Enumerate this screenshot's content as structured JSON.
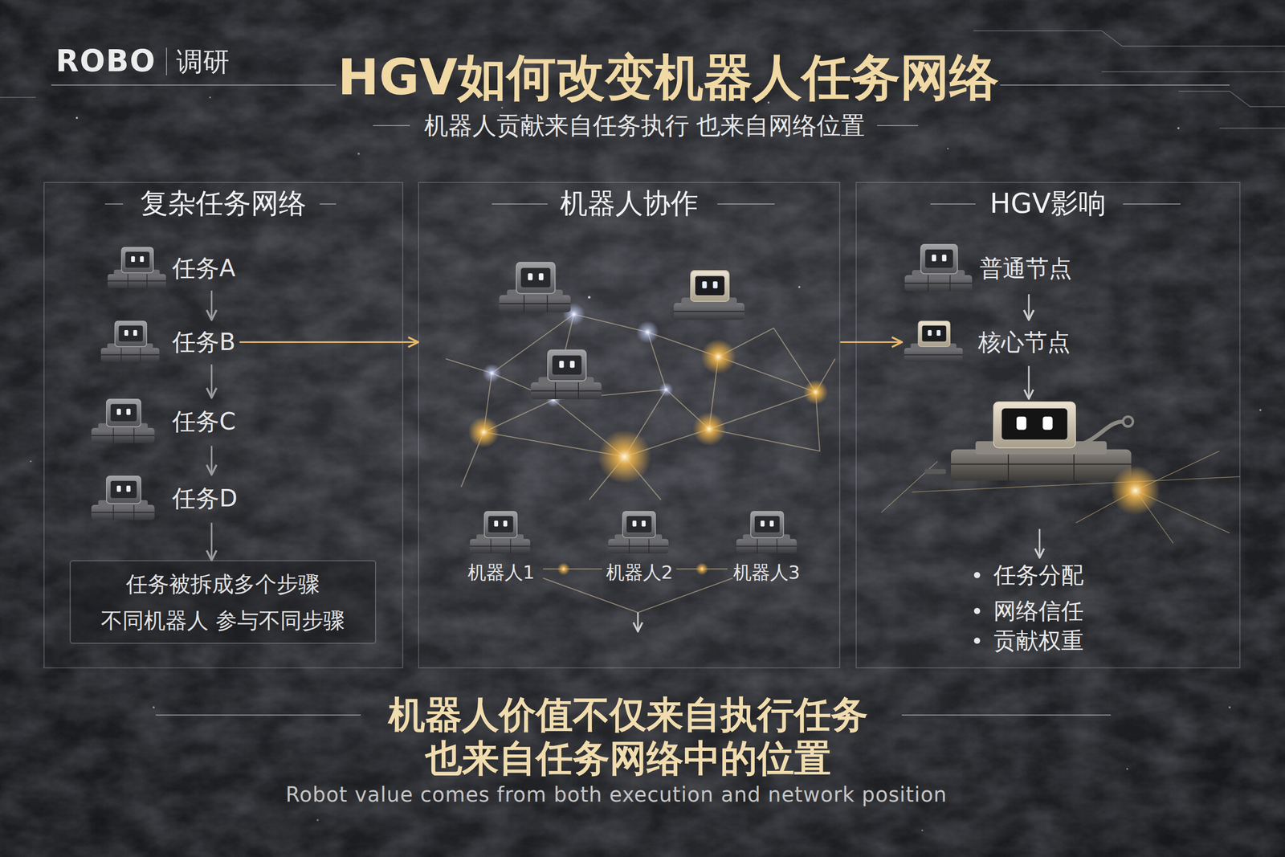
{
  "diagram": {
    "title": "HGV如何改变机器人任务网络",
    "caption": "机器人价值不仅来自执行任务 也来自任务网络中的位置",
    "nodes": [
      {
        "text": [
          "复杂任务网络"
        ]
      },
      {
        "text": [
          "任务A"
        ],
        "in": 0
      },
      {
        "text": [
          "任务B"
        ],
        "in": 0
      },
      {
        "text": [
          "任务C"
        ],
        "in": 0
      },
      {
        "text": [
          "任务D"
        ],
        "in": 0
      },
      {
        "text": [
          "任务被拆成多个步骤",
          "不同机器人 参与不同步骤"
        ],
        "in": 0
      },
      {
        "text": [
          "机器人协作"
        ]
      },
      {
        "text": [
          "HGV影响"
        ]
      },
      {
        "text": [
          "普通节点"
        ],
        "in": 7
      },
      {
        "text": [
          "核心节点"
        ],
        "in": 7
      }
    ],
    "edges": [
      {
        "from": 1,
        "to": 2,
        "arrow": "to"
      },
      {
        "from": 2,
        "to": 3,
        "arrow": "to"
      },
      {
        "from": 3,
        "to": 4,
        "arrow": "to"
      },
      {
        "from": 4,
        "to": 5,
        "arrow": "to"
      },
      {
        "from": 2,
        "to": 6,
        "arrow": "to"
      },
      {
        "from": 6,
        "to": 9,
        "arrow": "to"
      },
      {
        "from": 8,
        "to": 9,
        "arrow": "to"
      }
    ],
    "labels": [
      "ROBO",
      "调研",
      "机器人贡献来自任务执行 也来自网络位置",
      "机器人1",
      "机器人2",
      "机器人3",
      "任务分配",
      "网络信任",
      "贡献权重",
      "Robot value comes from both execution and network position"
    ]
  }
}
